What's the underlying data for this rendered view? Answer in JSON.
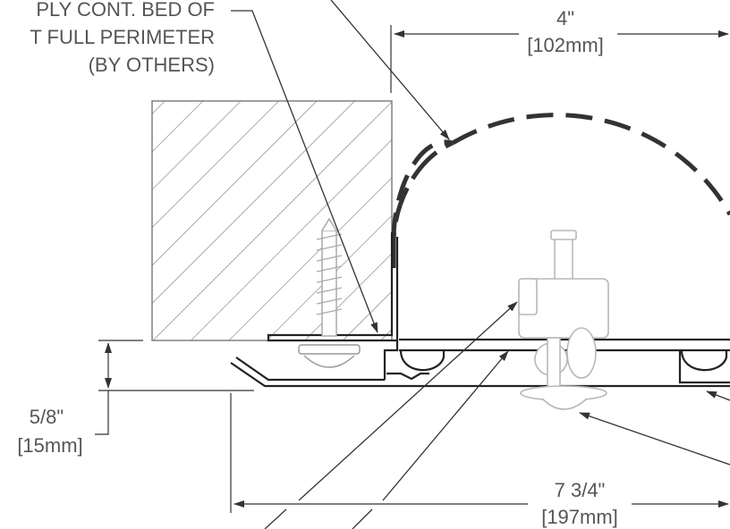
{
  "notes": {
    "bead_line1": "PLY CONT. BED OF",
    "bead_line2": "T FULL PERIMETER",
    "bead_line3": "(BY OTHERS)"
  },
  "dimensions": {
    "depth_in": "4\"",
    "depth_mm": "[102mm]",
    "flange_in": "5/8\"",
    "flange_mm": "[15mm]",
    "width_in": "7 3/4\"",
    "width_mm": "[197mm]"
  }
}
